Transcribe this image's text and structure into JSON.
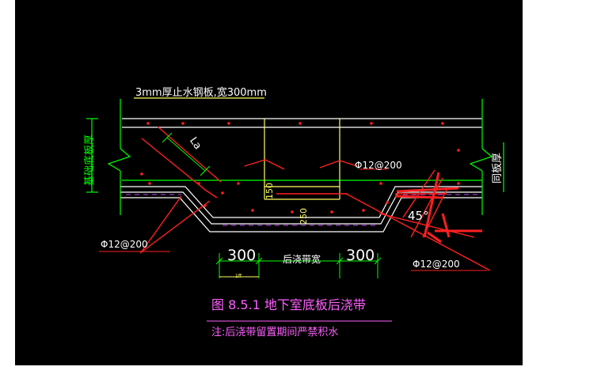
{
  "drawing": {
    "plate_note": "3mm厚止水钢板,宽300mm",
    "left_label": "基础底板厚",
    "right_label": "同板厚",
    "lap_label": "La",
    "rebar_top": "Φ12@200",
    "rebar_left": "Φ12@200",
    "rebar_right": "Φ12@200",
    "dim_150": "150",
    "dim_250": "250",
    "dim_left": "300",
    "dim_right": "300",
    "dim_center": "后浇带宽",
    "small_mark": "1ff",
    "angle": "45°",
    "title": "图 8.5.1   地下室底板后浇带",
    "note": "注:后浇带留置期间严禁积水"
  },
  "colors": {
    "background": "#000000",
    "concrete": "#ffffff",
    "outline": "#00ff00",
    "rebar": "#ff2020",
    "plate": "#ffff60",
    "dashed": "#c040ff",
    "title_text": "#ff60ff"
  }
}
